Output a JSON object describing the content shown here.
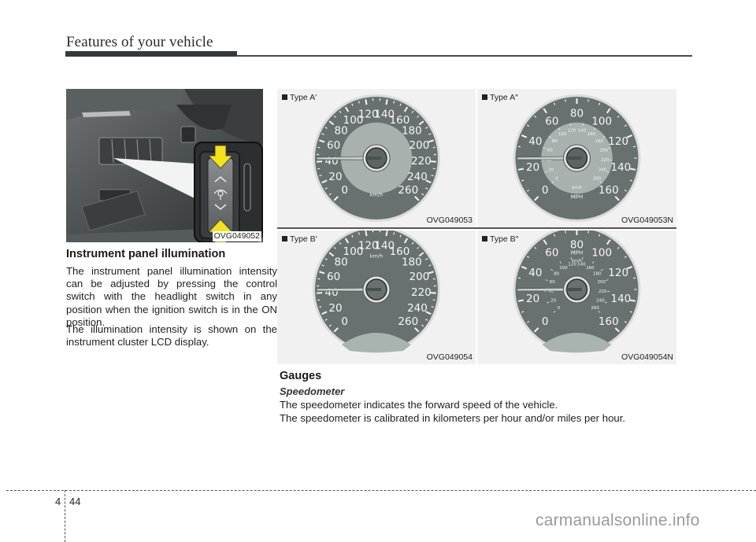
{
  "header": {
    "title": "Features of your vehicle"
  },
  "photo": {
    "code": "OVG049052",
    "description": "dashboard-illumination-control-switch",
    "arrow_color": "#f4e21a"
  },
  "illumination": {
    "heading": "Instrument panel illumination",
    "paragraphs": [
      "The instrument panel illumination intensity can be adjusted by pressing the control switch with the headlight switch in any position when the ignition switch is in the ON position.",
      "The illumination intensity is shown on the instrument cluster LCD display."
    ]
  },
  "gauge_panels": [
    {
      "label": "Type A′",
      "code": "OVG049053",
      "unit": "km/h",
      "main_ticks": [
        "0",
        "20",
        "40",
        "60",
        "80",
        "100",
        "120",
        "140",
        "160",
        "180",
        "200",
        "220",
        "240",
        "260"
      ],
      "inner_ticks": [],
      "inner_unit": ""
    },
    {
      "label": "Type A″",
      "code": "OVG049053N",
      "unit": "MPH",
      "main_ticks": [
        "0",
        "20",
        "40",
        "60",
        "80",
        "100",
        "120",
        "140",
        "160"
      ],
      "inner_ticks": [
        "0",
        "20",
        "40",
        "60",
        "80",
        "100",
        "120",
        "140",
        "160",
        "180",
        "200",
        "220",
        "240",
        "260"
      ],
      "inner_unit": "km/h"
    },
    {
      "label": "Type B′",
      "code": "OVG049054",
      "unit": "km/h",
      "main_ticks": [
        "0",
        "20",
        "40",
        "60",
        "80",
        "100",
        "120",
        "140",
        "160",
        "180",
        "200",
        "220",
        "240",
        "260"
      ],
      "inner_ticks": [],
      "inner_unit": ""
    },
    {
      "label": "Type B″",
      "code": "OVG049054N",
      "unit": "MPH",
      "main_ticks": [
        "0",
        "20",
        "40",
        "60",
        "80",
        "100",
        "120",
        "140",
        "160"
      ],
      "inner_ticks": [
        "0",
        "20",
        "40",
        "60",
        "80",
        "100",
        "120",
        "140",
        "160",
        "180",
        "200",
        "220",
        "240",
        "260"
      ],
      "inner_unit": "km/h"
    }
  ],
  "gauges": {
    "heading": "Gauges",
    "subheading": "Speedometer",
    "lines": [
      "The speedometer indicates the forward speed of the vehicle.",
      "The speedometer is calibrated in kilometers per hour and/or miles per hour."
    ]
  },
  "footer": {
    "chapter": "4",
    "page": "44",
    "watermark": "carmanualsonline.info"
  },
  "colors": {
    "gauge_face": "#68716f",
    "gauge_inner": "#a8b1ae",
    "panel_bg": "#f1f1f1",
    "header_bar": "#333a3d"
  }
}
